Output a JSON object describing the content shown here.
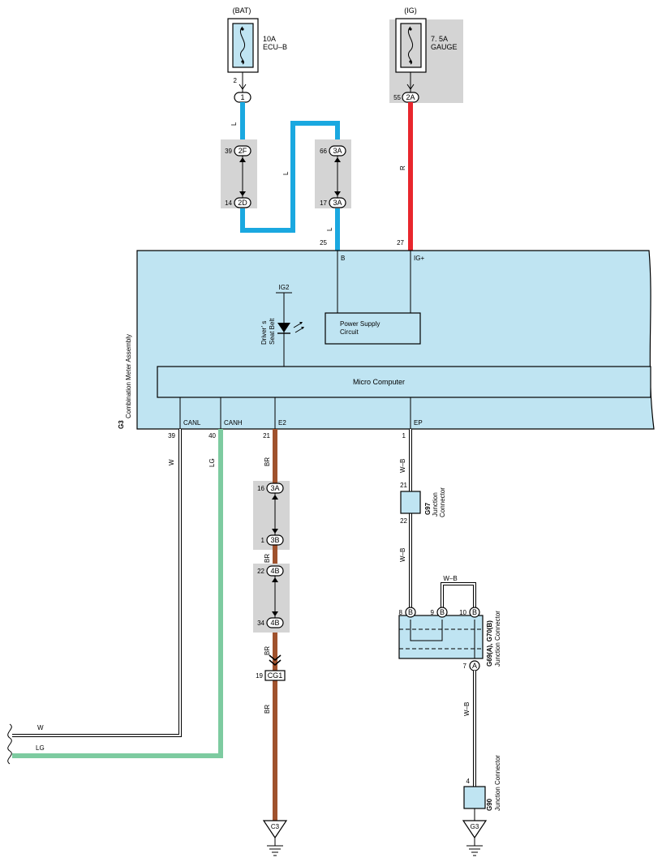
{
  "fuses": {
    "bat": {
      "source": "(BAT)",
      "rating": "10A",
      "name": "ECU–B",
      "pin_num": "2",
      "conn": "1"
    },
    "ig": {
      "source": "(IG)",
      "rating": "7. 5A",
      "name": "GAUGE",
      "pin_num": "55",
      "conn": "2A"
    }
  },
  "wires": {
    "L": "L",
    "R": "R",
    "W": "W",
    "LG": "LG",
    "BR": "BR",
    "WB": "W–B"
  },
  "connectors": {
    "c39": {
      "num": "39",
      "id": "2F"
    },
    "c14": {
      "num": "14",
      "id": "2D"
    },
    "c66": {
      "num": "66",
      "id": "3A"
    },
    "c17": {
      "num": "17",
      "id": "3A"
    },
    "c16": {
      "num": "16",
      "id": "3A"
    },
    "c1": {
      "num": "1",
      "id": "3B"
    },
    "c22": {
      "num": "22",
      "id": "4B"
    },
    "c34": {
      "num": "34",
      "id": "4B"
    },
    "cg1": {
      "num": "19",
      "id": "CG1"
    }
  },
  "meter": {
    "id": "G3",
    "name": "Combination Meter Assembly",
    "pin_b_num": "25",
    "pin_b": "B",
    "pin_ig_num": "27",
    "pin_ig": "IG+",
    "ig2": "IG2",
    "led_label_1": "Driver’ s",
    "led_label_2": "Seat Belt",
    "psu_1": "Power Supply",
    "psu_2": "Circuit",
    "micro": "Micro Computer",
    "canl_num": "39",
    "canl": "CANL",
    "canh_num": "40",
    "canh": "CANH",
    "e2_num": "21",
    "e2": "E2",
    "ep_num": "1",
    "ep": "EP"
  },
  "junctions": {
    "g97": {
      "id": "G97",
      "name_1": "Junction",
      "name_2": "Connector",
      "pin_top": "21",
      "pin_bot": "22"
    },
    "g69": {
      "id": "G69(A), G70(B)",
      "name": "Junction Connector",
      "p8": "8",
      "p9": "9",
      "p10": "10",
      "p7": "7",
      "b": "B",
      "a": "A",
      "wb": "W–B"
    },
    "g90": {
      "id": "G90",
      "name": "Junction Connector",
      "pin": "4"
    }
  },
  "grounds": {
    "c3": "C3",
    "g3": "G3"
  },
  "colors": {
    "blue": "#1aa8e0",
    "red": "#e8262d",
    "green": "#7dcba0",
    "brown": "#a0522d",
    "box": "#bfe4f2",
    "shade": "#d4d4d4"
  }
}
